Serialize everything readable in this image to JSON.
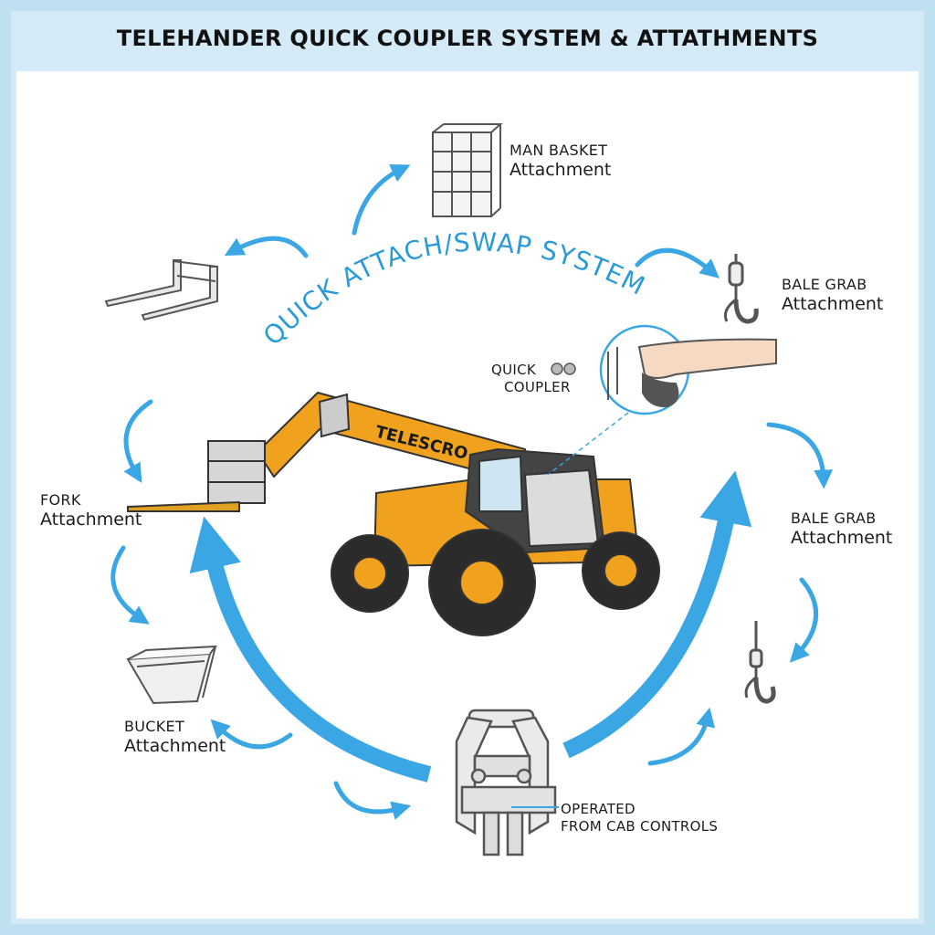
{
  "title": "TELEHANDER QUICK COUPLER SYSTEM & ATTATHMENTS",
  "arc_text": "QUICK ATTACH/SWAP SYSTEM",
  "machine_brand": "TELESCRO",
  "labels": {
    "man_basket": {
      "line1": "MAN BASKET",
      "line2": "Attachment"
    },
    "bale_grab_top": {
      "line1": "BALE GRAB",
      "line2": "Attachment"
    },
    "bale_grab_mid": {
      "line1": "BALE GRAB",
      "line2": "Attachment"
    },
    "fork": {
      "line1": "FORK",
      "line2": "Attachment"
    },
    "bucket": {
      "line1": "BUCKET",
      "line2": "Attachment"
    },
    "quick_coupler": {
      "line1": "QUICK",
      "line2": "COUPLER"
    },
    "operated": {
      "line1": "OPERATED",
      "line2": "FROM CAB CONTROLS"
    }
  },
  "colors": {
    "arrow_blue": "#3aa6e3",
    "machine_yellow": "#f0a21e",
    "frame_blue": "#d4ebf7"
  },
  "icons": [
    "man-basket-icon",
    "pallet-fork-icon",
    "hook-icon",
    "bucket-icon",
    "coupler-plate-icon",
    "hand-control-icon"
  ]
}
